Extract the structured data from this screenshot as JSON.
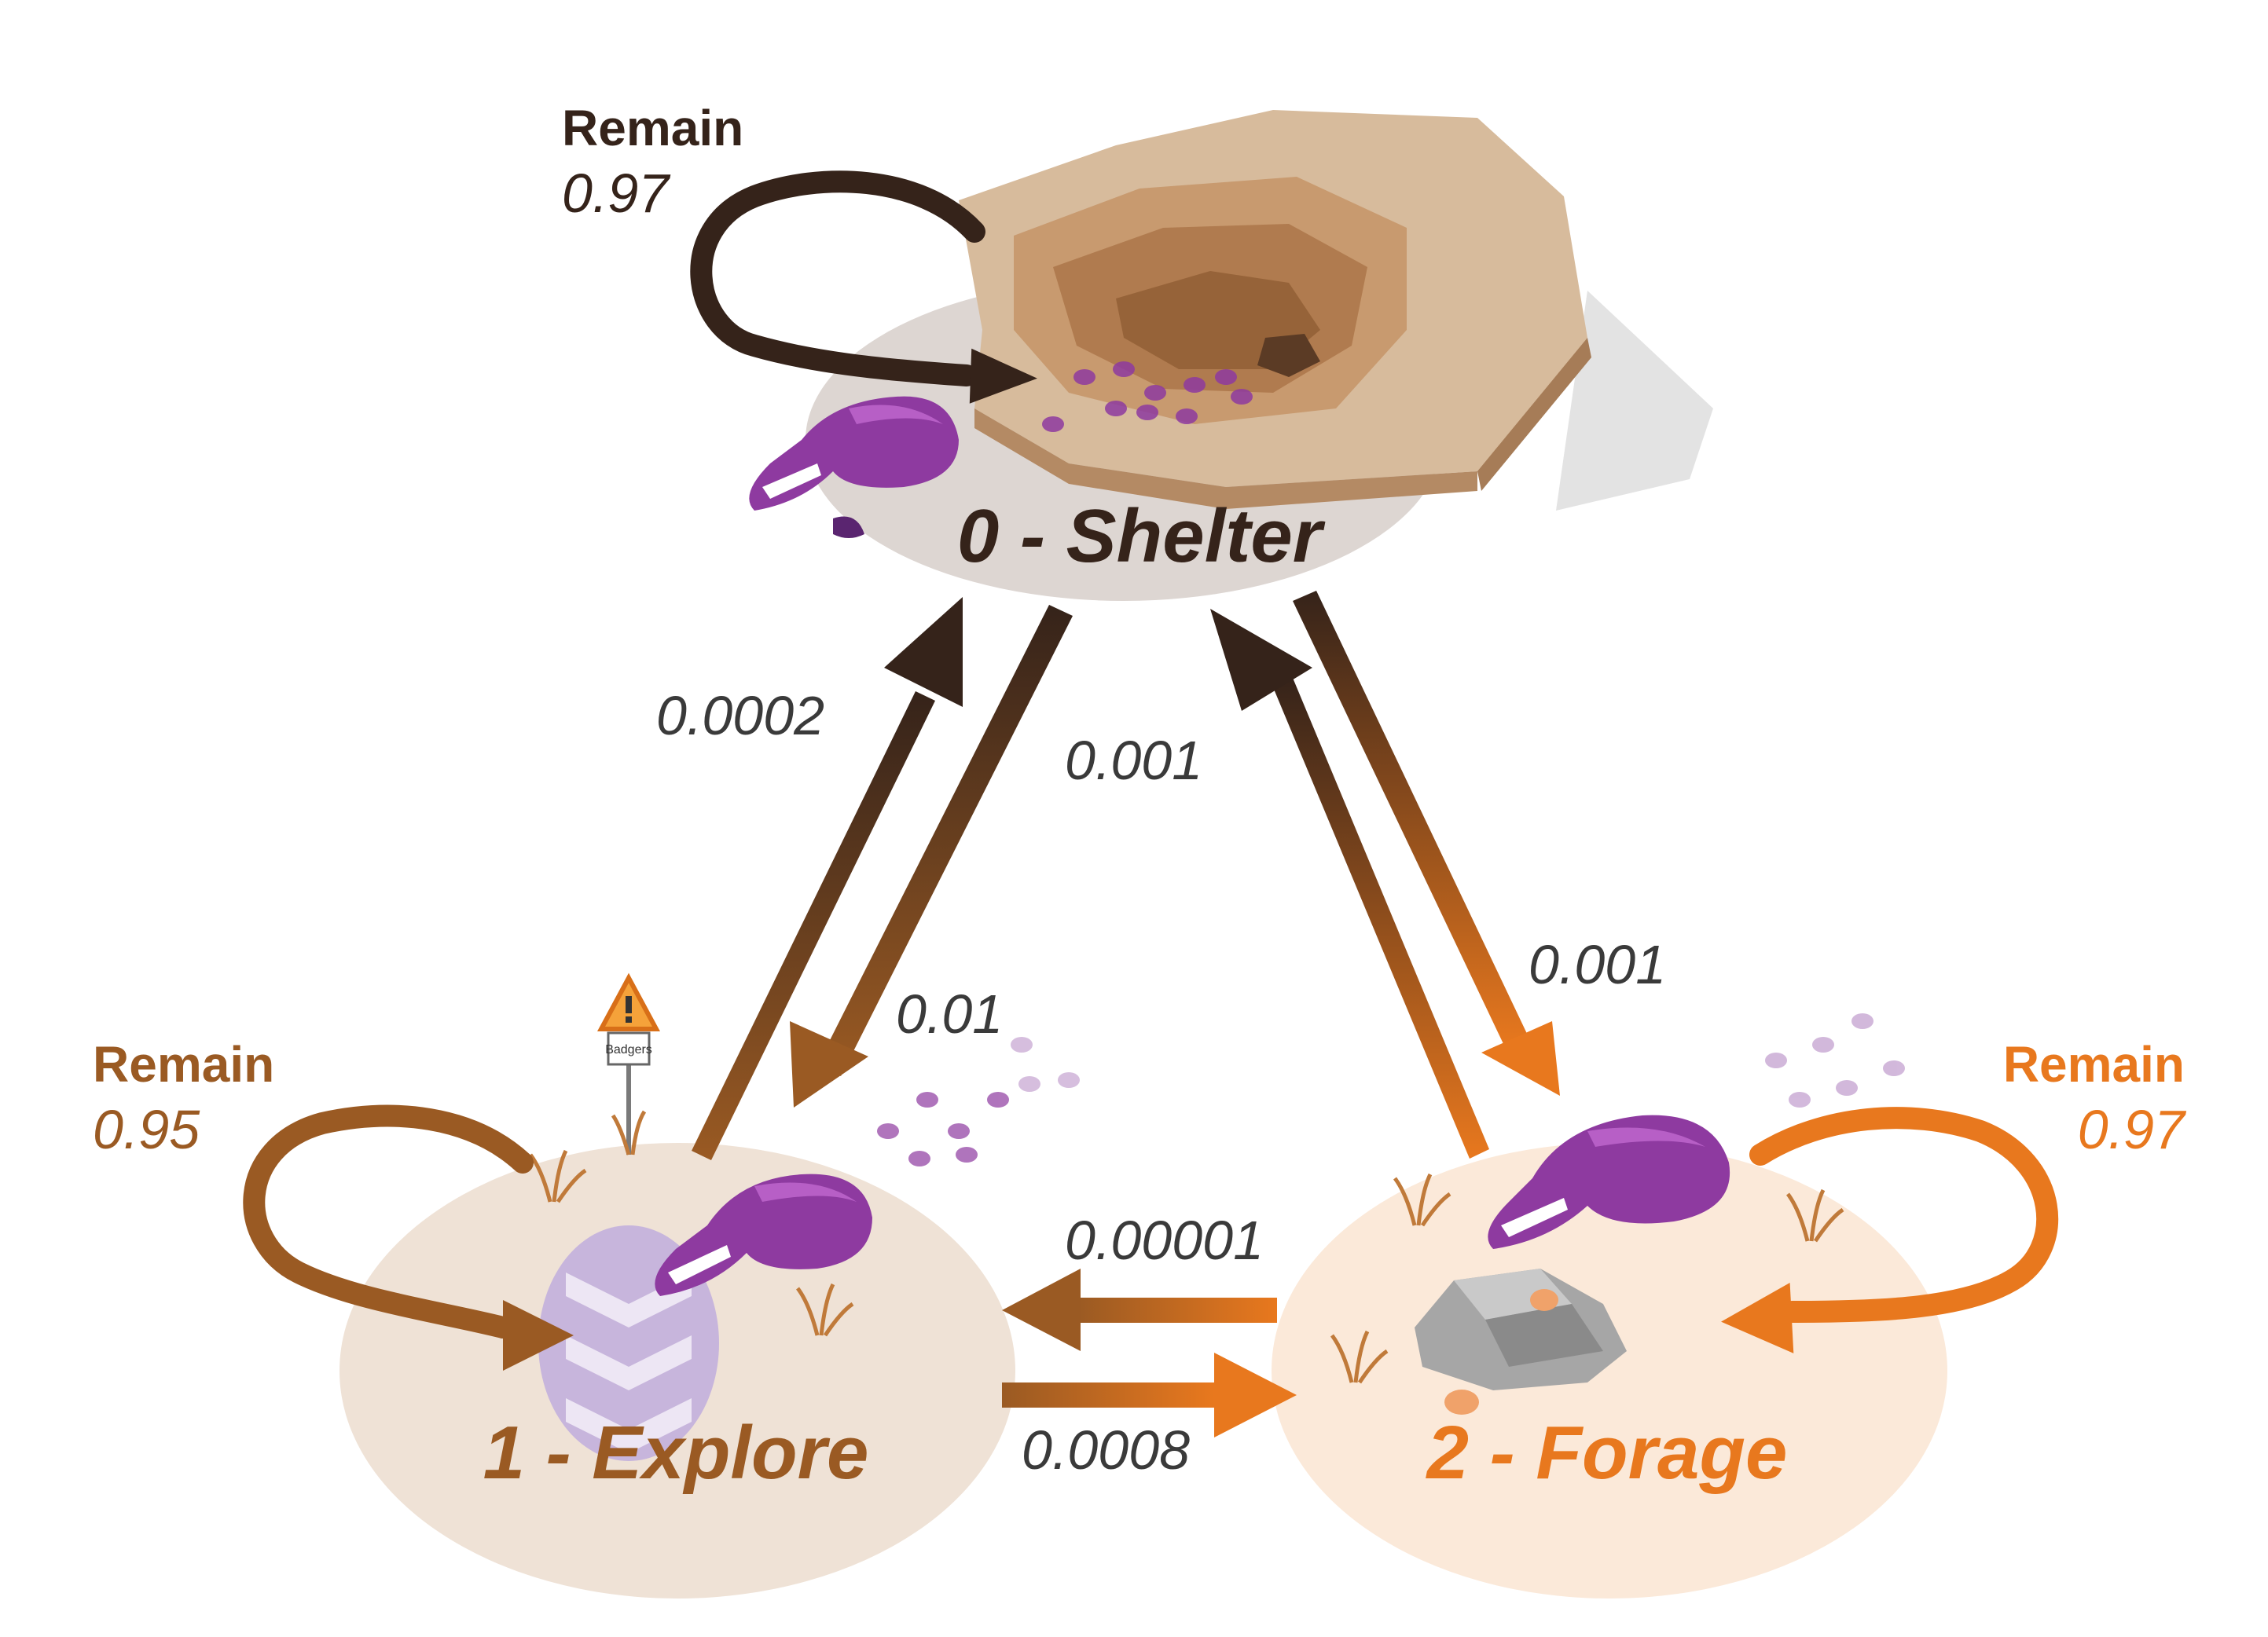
{
  "colors": {
    "shelter": "#35231a",
    "explore": "#9a5a23",
    "forage": "#e8781e",
    "edge_text": "#3a3a3a",
    "badger": "#8e3aa0",
    "ground_shelter": "#ddd6d2",
    "ground_explore": "#efe2d6",
    "ground_forage": "#fbe9d9",
    "burrow": "#d7bb9c"
  },
  "states": {
    "shelter": {
      "label": "0 - Shelter",
      "remain_word": "Remain",
      "remain_prob": "0.97",
      "icon": "burrow-icon"
    },
    "explore": {
      "label": "1 - Explore",
      "remain_word": "Remain",
      "remain_prob": "0.95",
      "icon": "road-crossing-icon",
      "sign_text": "Badgers"
    },
    "forage": {
      "label": "2 - Forage",
      "remain_word": "Remain",
      "remain_prob": "0.97",
      "icon": "rock-snail-icon"
    }
  },
  "transitions": {
    "explore_to_shelter": "0.0002",
    "shelter_to_explore": "0.01",
    "forage_to_shelter": "0.001",
    "shelter_to_forage": "0.001",
    "forage_to_explore": "0.00001",
    "explore_to_forage": "0.0008"
  }
}
